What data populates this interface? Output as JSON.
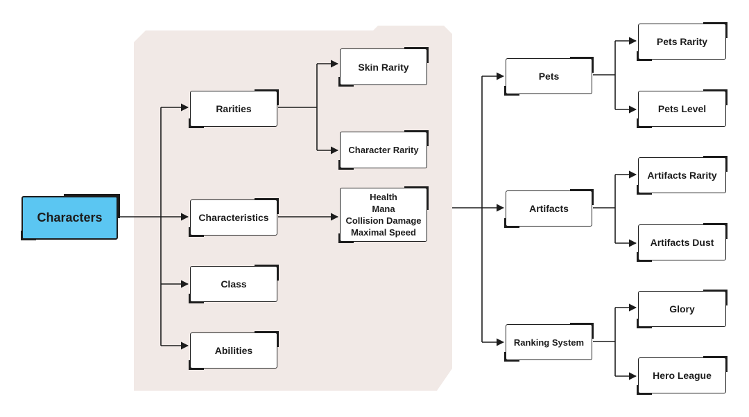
{
  "nodes": {
    "characters": "Characters",
    "rarities": "Rarities",
    "characteristics": "Characteristics",
    "class": "Class",
    "abilities": "Abilities",
    "skin_rarity": "Skin Rarity",
    "character_rarity": "Character Rarity",
    "stats": [
      "Health",
      "Mana",
      "Collision Damage",
      "Maximal Speed"
    ],
    "pets": "Pets",
    "artifacts": "Artifacts",
    "ranking_system": "Ranking System",
    "pets_rarity": "Pets Rarity",
    "pets_level": "Pets Level",
    "artifacts_rarity": "Artifacts Rarity",
    "artifacts_dust": "Artifacts Dust",
    "glory": "Glory",
    "hero_league": "Hero League"
  },
  "colors": {
    "root_fill": "#5bc6f2",
    "group_fill": "#f1e9e6",
    "stroke": "#1c1c1c"
  }
}
